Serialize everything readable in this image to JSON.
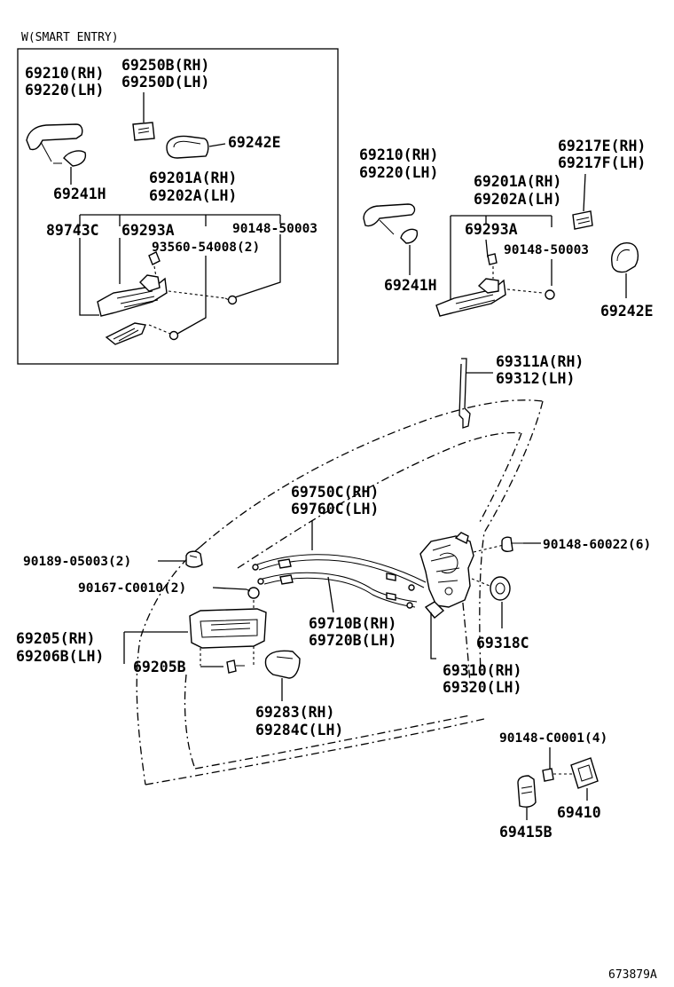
{
  "inset_title": "W(SMART ENTRY)",
  "footer_code": "673879A",
  "labels": {
    "inset_69210_rh": "69210(RH)",
    "inset_69220_lh": "69220(LH)",
    "inset_69250b_rh": "69250B(RH)",
    "inset_69250d_lh": "69250D(LH)",
    "inset_69242e": "69242E",
    "inset_69241h": "69241H",
    "inset_69201a_rh": "69201A(RH)",
    "inset_69202a_lh": "69202A(LH)",
    "inset_89743c": "89743C",
    "inset_69293a": "69293A",
    "inset_90148_50003": "90148-50003",
    "inset_93560_54008": "93560-54008(2)",
    "r_69210_rh": "69210(RH)",
    "r_69220_lh": "69220(LH)",
    "r_69217e_rh": "69217E(RH)",
    "r_69217f_lh": "69217F(LH)",
    "r_69201a_rh": "69201A(RH)",
    "r_69202a_lh": "69202A(LH)",
    "r_69293a": "69293A",
    "r_90148_50003": "90148-50003",
    "r_69241h": "69241H",
    "r_69242e": "69242E",
    "p_69311a_rh": "69311A(RH)",
    "p_69312_lh": "69312(LH)",
    "p_69750c_rh": "69750C(RH)",
    "p_69760c_lh": "69760C(LH)",
    "p_90148_60022": "90148-60022(6)",
    "p_90189_05003": "90189-05003(2)",
    "p_90167_c0010": "90167-C0010(2)",
    "p_69710b_rh": "69710B(RH)",
    "p_69720b_lh": "69720B(LH)",
    "p_69318c": "69318C",
    "p_69205_rh": "69205(RH)",
    "p_69206b_lh": "69206B(LH)",
    "p_69205b": "69205B",
    "p_69310_rh": "69310(RH)",
    "p_69320_lh": "69320(LH)",
    "p_69283_rh": "69283(RH)",
    "p_69284c_lh": "69284C(LH)",
    "p_90148_c0001": "90148-C0001(4)",
    "p_69410": "69410",
    "p_69415b": "69415B"
  }
}
